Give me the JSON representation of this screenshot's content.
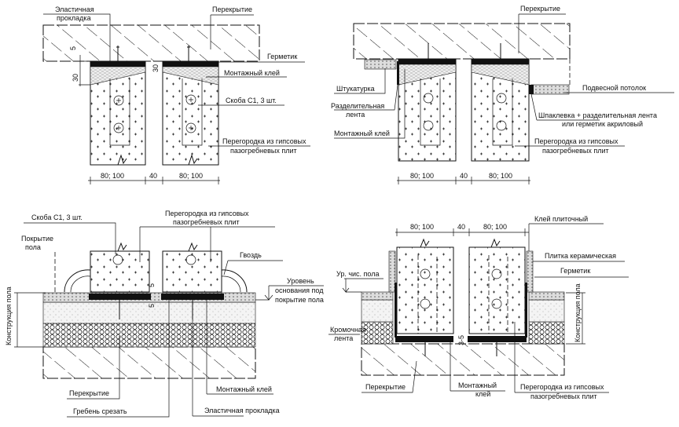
{
  "d1": {
    "elastic_pad": [
      "Эластичная",
      "прокладка"
    ],
    "slab": "Перекрытие",
    "sealant": "Герметик",
    "adhesive": "Монтажный клей",
    "bracket": "Скоба С1, 3 шт.",
    "partition": [
      "Перегородка из гипсовых",
      "пазогребневых плит"
    ],
    "dims": {
      "w1": "80; 100",
      "gap": "40",
      "w2": "80; 100",
      "top": "5",
      "glue": "30",
      "gap_v": "30"
    }
  },
  "d2": {
    "slab": "Перекрытие",
    "plaster": "Штукатурка",
    "sep_tape": [
      "Разделительная",
      "лента"
    ],
    "adhesive": "Монтажный клей",
    "ceiling": "Подвесной потолок",
    "putty": [
      "Шпаклевка + разделительная лента",
      "или герметик акриловый"
    ],
    "partition": [
      "Перегородка из гипсовых",
      "пазогребневых плит"
    ],
    "dims": {
      "w1": "80; 100",
      "gap": "40",
      "w2": "80; 100"
    }
  },
  "d3": {
    "bracket": "Скоба С1, 3 шт.",
    "partition": [
      "Перегородка из гипсовых",
      "пазогребневых плит"
    ],
    "floor_cover": [
      "Покрытие",
      "пола"
    ],
    "nail": "Гвоздь",
    "level": [
      "Уровень",
      "основания под",
      "покрытие пола"
    ],
    "floor_construction": "Конструкция пола",
    "slab": "Перекрытие",
    "cut_ridge": "Гребень срезать",
    "adhesive": "Монтажный клей",
    "elastic_pad": "Эластичная прокладка",
    "dims": {
      "a": "5",
      "b": "5"
    }
  },
  "d4": {
    "tile_glue": "Клей плиточный",
    "tile": "Плитка керамическая",
    "sealant": "Герметик",
    "floor_level": "Ур. чис. пола",
    "edge_tape": [
      "Кромочная",
      "лента"
    ],
    "floor_construction": "Конструкция пола",
    "slab": "Перекрытие",
    "adhesive": [
      "Монтажный",
      "клей"
    ],
    "partition": [
      "Перегородка из гипсовых",
      "пазогребневых плит"
    ],
    "dims": {
      "w1": "80; 100",
      "gap": "40",
      "w2": "80; 100",
      "v": "3-5"
    }
  }
}
